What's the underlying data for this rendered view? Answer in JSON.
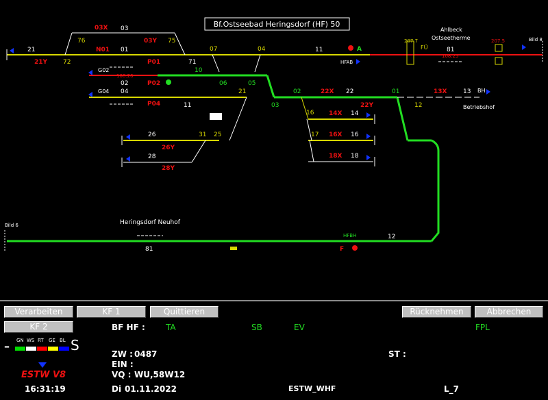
{
  "station": {
    "title": "Bf.Ostseebad Heringsdorf (HF) 50",
    "neighbor_left": "Bild 6",
    "neighbor_right": "Bild 8",
    "place_ahlbeck": "Ahlbeck",
    "place_ostseetherme": "Ostseetherme",
    "place_betriebshof": "Betriebshof",
    "place_neuhof": "Heringsdorf Neuhof"
  },
  "track_labels": {
    "t03x": "03X",
    "t03": "03",
    "t76": "76",
    "t03y": "03Y",
    "t75": "75",
    "t21": "21",
    "n01": "N01",
    "t01": "01",
    "t07": "07",
    "t04": "04",
    "t11": "11",
    "a_sig": "A",
    "t21y": "21Y",
    "t72": "72",
    "p01": "P01",
    "t71": "71",
    "hfab": "HFAB",
    "f2077": "207.7",
    "fu": "FÜ",
    "t81": "81",
    "r10825": "108.25",
    "r2075": "207.5",
    "g02": "G02",
    "r10826": "108.26",
    "t10": "10",
    "t02": "02",
    "p02": "P02",
    "t06": "06",
    "t05": "05",
    "g04": "G04",
    "t04b": "04",
    "p04": "P04",
    "t11b": "11",
    "t21b": "21",
    "t03c": "03",
    "t02b": "02",
    "t22x": "22X",
    "t22": "22",
    "t01b": "01",
    "t13x": "13X",
    "t13": "13",
    "bh": "BH",
    "t12": "12",
    "t22y": "22Y",
    "t16": "16",
    "t14x": "14X",
    "t14": "14",
    "t17": "17",
    "t16x": "16X",
    "t16b": "16",
    "t18x": "18X",
    "t18": "18",
    "t26": "26",
    "t31": "31",
    "t25": "25",
    "t26y": "26Y",
    "t28": "28",
    "t28y": "28Y",
    "t81b": "81",
    "hfbh": "HFBH",
    "t12b": "12",
    "f_sig": "F"
  },
  "buttons": {
    "verarbeiten": "Verarbeiten",
    "kf1": "KF 1",
    "quittieren": "Quittieren",
    "kf2": "KF 2",
    "ruecknehmen": "Rücknehmen",
    "abbrechen": "Abbrechen"
  },
  "status": {
    "bf_label": "BF HF :",
    "ta": "TA",
    "sb": "SB",
    "ev": "EV",
    "fpl": "FPL",
    "zw_label": "ZW :",
    "zw_value": "0487",
    "st_label": "ST :",
    "ein_label": "EIN :",
    "vq_label": "VQ :",
    "vq_value": "WU,58W12",
    "day": "Di",
    "date": "01.11.2022",
    "host": "ESTW_WHF",
    "layer": "L_7",
    "time": "16:31:19",
    "brand": "ESTW V8",
    "s_letter": "S",
    "minus": "–"
  },
  "legend": {
    "labels": [
      "GN",
      "WS",
      "RT",
      "GE",
      "BL"
    ],
    "colors": [
      "#00dd00",
      "#ffffff",
      "#ff0000",
      "#ffff00",
      "#0000ff"
    ]
  },
  "colors": {
    "free": "#d8d800",
    "occupied": "#ee1111",
    "route": "#22dd22",
    "signal_blue": "#1133ff"
  }
}
